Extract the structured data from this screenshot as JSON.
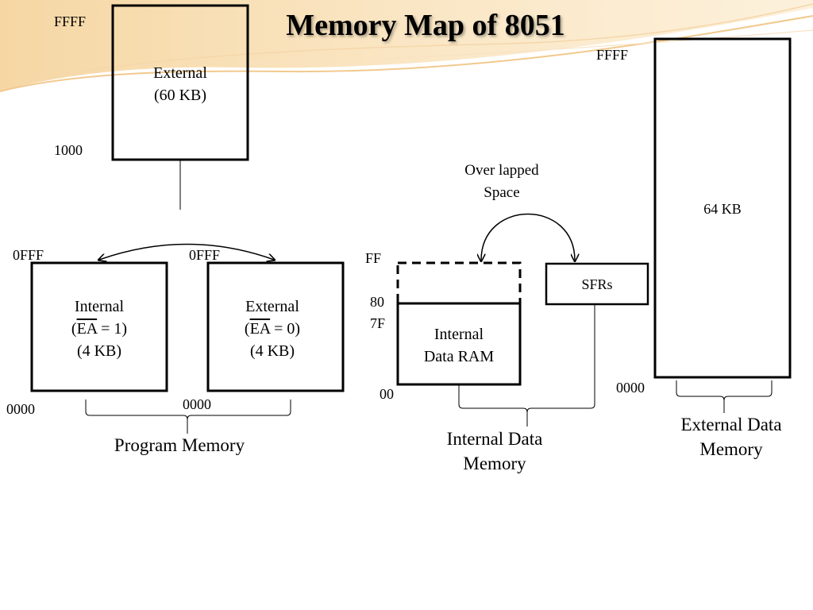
{
  "title": "Memory Map of  8051",
  "program_memory": {
    "external_top": {
      "line1": "External",
      "line2": "(60 KB)",
      "addr_top": "FFFF",
      "addr_bottom": "1000"
    },
    "internal": {
      "line1": "Internal",
      "line2_pre": "(",
      "line2_ea": "EA",
      "line2_post": " = 1)",
      "line3": "(4 KB)",
      "addr_top": "0FFF",
      "addr_bottom": "0000"
    },
    "external": {
      "line1": "External",
      "line2_pre": "(",
      "line2_ea": "EA",
      "line2_post": " = 0)",
      "line3": "(4 KB)",
      "addr_top": "0FFF",
      "addr_bottom": "0000"
    },
    "label": "Program Memory"
  },
  "internal_data_memory": {
    "overlap_line1": "Over lapped",
    "overlap_line2": "Space",
    "addr_ff": "FF",
    "addr_80": "80",
    "addr_7f": "7F",
    "addr_00": "00",
    "ram_line1": "Internal",
    "ram_line2": "Data RAM",
    "sfr_label": "SFRs",
    "label_line1": "Internal Data",
    "label_line2": "Memory"
  },
  "external_data_memory": {
    "addr_top": "FFFF",
    "addr_bottom": "0000",
    "size": "64 KB",
    "label_line1": "External Data",
    "label_line2": "Memory"
  }
}
